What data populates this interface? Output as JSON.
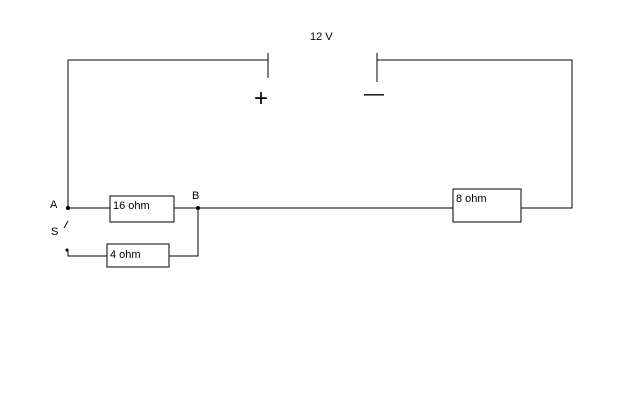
{
  "battery": {
    "voltage_label": "12 V",
    "positive_symbol": "+",
    "negative_symbol": "—"
  },
  "nodes": {
    "a_label": "A",
    "b_label": "B",
    "switch_label": "S"
  },
  "resistors": [
    {
      "id": "r16",
      "label": "16 ohm"
    },
    {
      "id": "r4",
      "label": "4 ohm"
    },
    {
      "id": "r8",
      "label": "8 ohm"
    }
  ],
  "colors": {
    "line": "#000000",
    "background": "#ffffff"
  }
}
